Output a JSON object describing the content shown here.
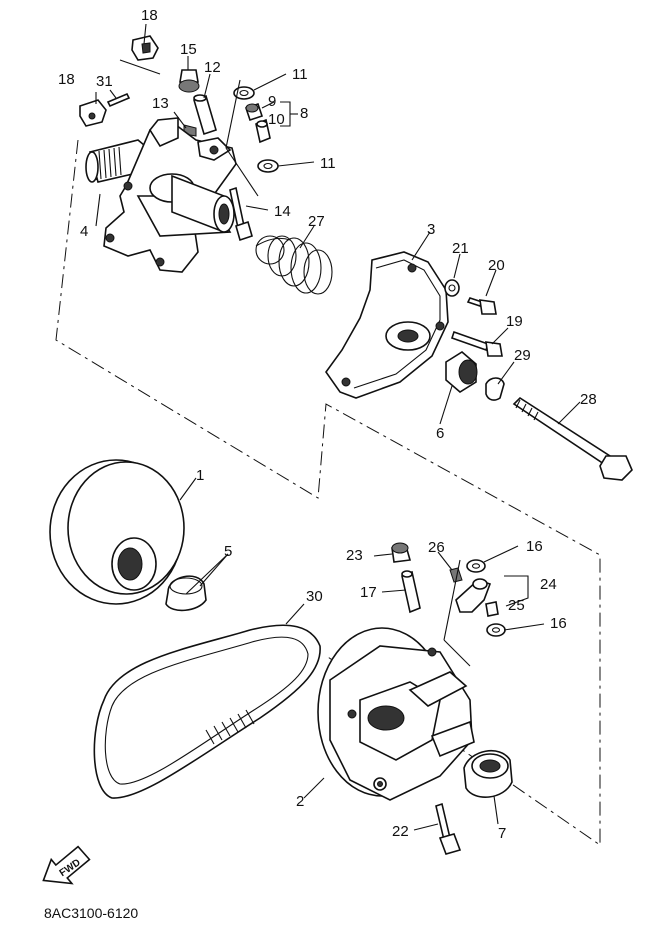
{
  "diagram_code": "8AC3100-6120",
  "fwd_label": "FWD",
  "callouts": {
    "c1": "1",
    "c2": "2",
    "c3": "3",
    "c4": "4",
    "c5": "5",
    "c6": "6",
    "c7": "7",
    "c8": "8",
    "c9": "9",
    "c10": "10",
    "c11a": "11",
    "c11b": "11",
    "c12": "12",
    "c13": "13",
    "c14": "14",
    "c15": "15",
    "c16a": "16",
    "c16b": "16",
    "c17": "17",
    "c18a": "18",
    "c18b": "18",
    "c19": "19",
    "c20": "20",
    "c21": "21",
    "c22": "22",
    "c23": "23",
    "c24": "24",
    "c25": "25",
    "c26": "26",
    "c27": "27",
    "c28": "28",
    "c29": "29",
    "c30": "30",
    "c31": "31"
  }
}
